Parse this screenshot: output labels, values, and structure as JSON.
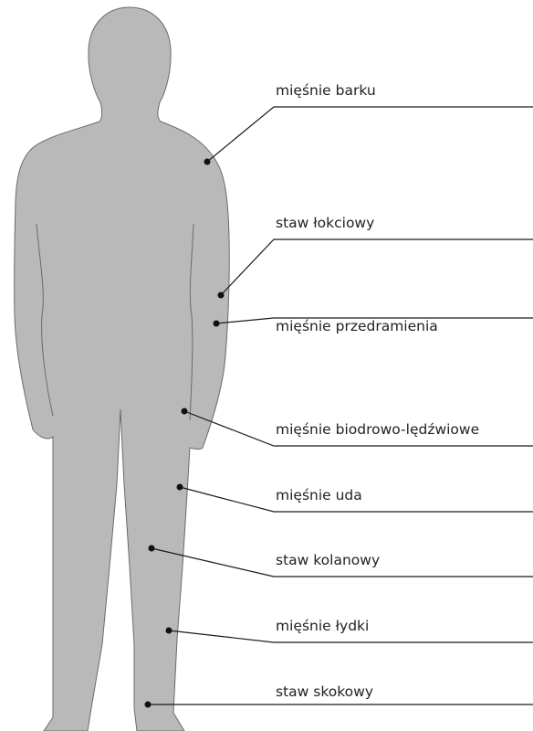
{
  "figure": {
    "colors": {
      "body_fill": "#b9b9b9",
      "body_outline": "#6b6b6b",
      "line": "#1a1a1a",
      "text": "#222222"
    },
    "labels": [
      {
        "id": "shoulder-muscles",
        "text": "mięśnie barku"
      },
      {
        "id": "elbow-joint",
        "text": "staw łokciowy"
      },
      {
        "id": "forearm-muscles",
        "text": "mięśnie przedramienia"
      },
      {
        "id": "iliopsoas-muscles",
        "text": "mięśnie biodrowo-lędźwiowe"
      },
      {
        "id": "thigh-muscles",
        "text": "mięśnie uda"
      },
      {
        "id": "knee-joint",
        "text": "staw kolanowy"
      },
      {
        "id": "calf-muscles",
        "text": "mięśnie łydki"
      },
      {
        "id": "ankle-joint",
        "text": "staw skokowy"
      }
    ]
  }
}
